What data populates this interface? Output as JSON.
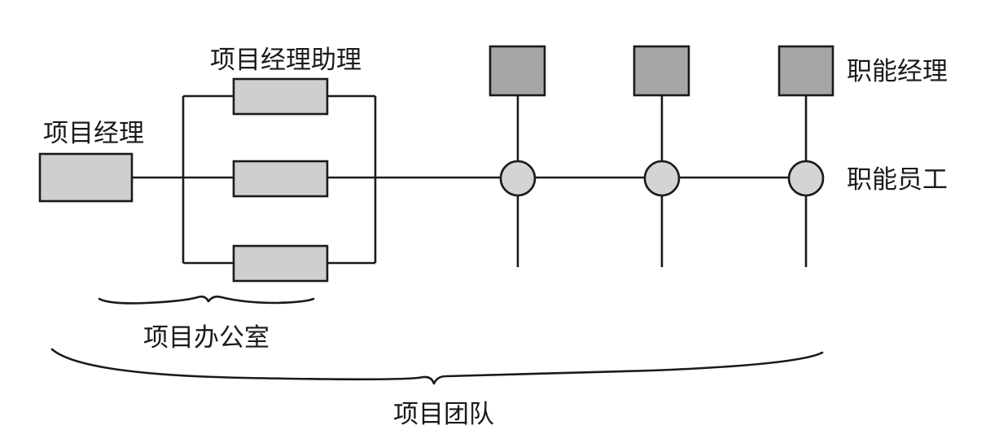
{
  "labels": {
    "project_manager": "项目经理",
    "assistant": "项目经理助理",
    "functional_manager": "职能经理",
    "functional_staff": "职能员工",
    "project_office": "项目办公室",
    "project_team": "项目团队"
  },
  "colors": {
    "light_box": "#cfcfcf",
    "dark_box": "#a6a6a6",
    "circle": "#d4d4d4",
    "stroke": "#1a1a1a"
  }
}
